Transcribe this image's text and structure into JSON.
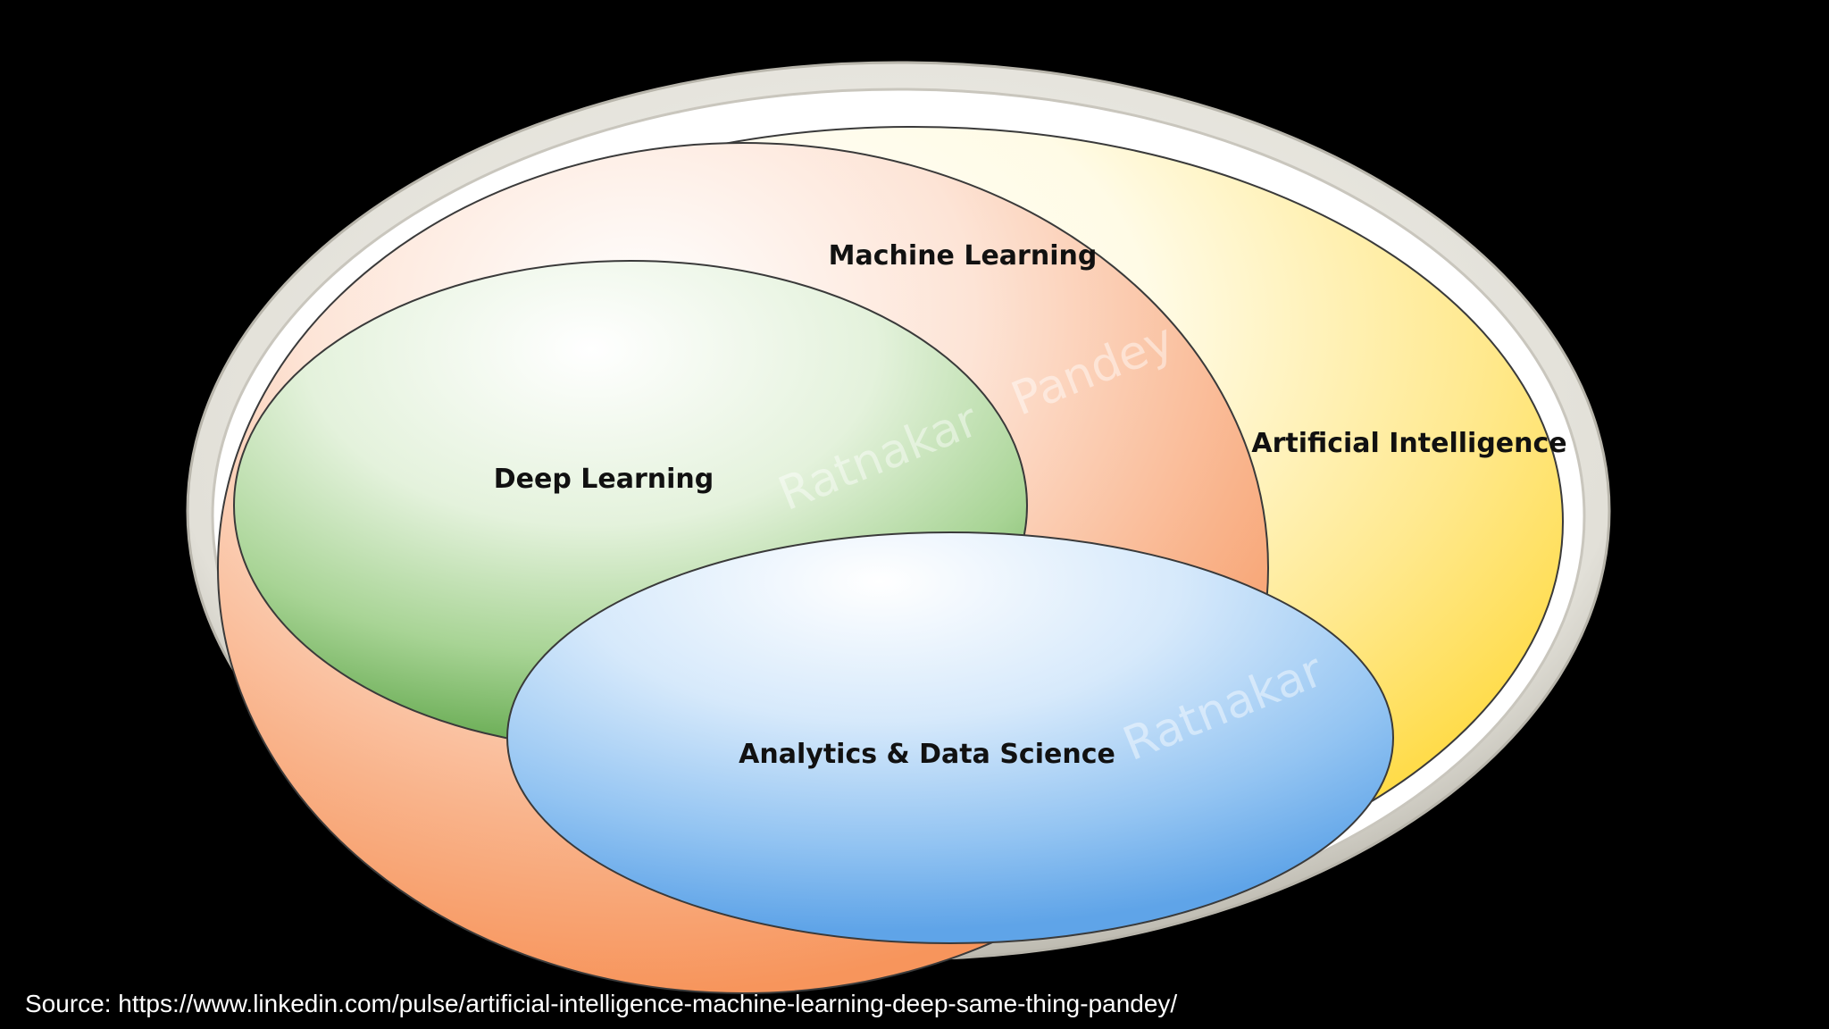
{
  "diagram": {
    "labels": {
      "artificial_intelligence": "Artificial Intelligence",
      "machine_learning": "Machine Learning",
      "deep_learning": "Deep Learning",
      "analytics_data_science": "Analytics & Data Science"
    },
    "watermarks": {
      "w1": "Ratnakar",
      "w2": "Pandey",
      "w3": "Ratnakar"
    }
  },
  "caption": {
    "source": "Source: https://www.linkedin.com/pulse/artificial-intelligence-machine-learning-deep-same-thing-pandey/"
  },
  "colors": {
    "background": "#000000",
    "outer_ring": "#d9d6cc",
    "ai_gradient_end": "#ffd93b",
    "ml_gradient_end": "#f7955c",
    "dl_gradient_end": "#6fb05a",
    "ads_gradient_end": "#5fa4e8"
  }
}
